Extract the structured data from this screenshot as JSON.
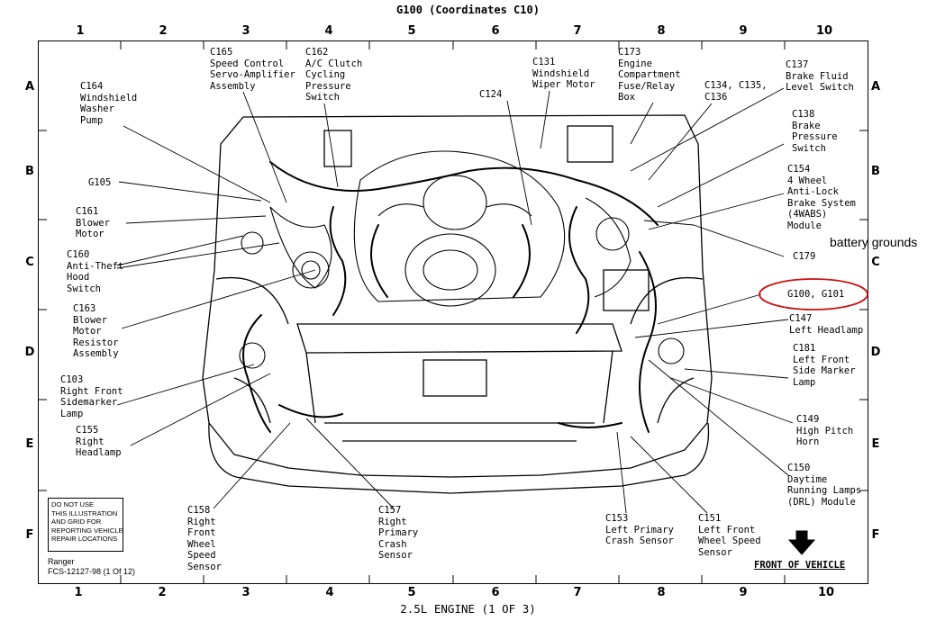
{
  "header": {
    "title": "G100  (Coordinates  C10)"
  },
  "footer": {
    "title": "2.5L ENGINE (1 OF 3)"
  },
  "grid": {
    "columns": [
      "1",
      "2",
      "3",
      "4",
      "5",
      "6",
      "7",
      "8",
      "9",
      "10"
    ],
    "rows": [
      "A",
      "B",
      "C",
      "D",
      "E",
      "F"
    ]
  },
  "labels": {
    "c165": "C165\nSpeed Control\nServo-Amplifier\nAssembly",
    "c162": "C162\nA/C Clutch\nCycling\nPressure\nSwitch",
    "c131": "C131\nWindshield\nWiper Motor",
    "c173": "C173\nEngine\nCompartment\nFuse/Relay\nBox",
    "c137": "C137\nBrake Fluid\nLevel Switch",
    "c164": "C164\nWindshield\nWasher\nPump",
    "c124": "C124",
    "c134": "C134, C135,\nC136",
    "c138": "C138\nBrake\nPressure\nSwitch",
    "g105": "G105",
    "c154": "C154\n4 Wheel\nAnti-Lock\nBrake System\n(4WABS)\nModule",
    "c161": "C161\nBlower\nMotor",
    "c179": "C179",
    "c160": "C160\nAnti-Theft\nHood\nSwitch",
    "g100": "G100, G101",
    "c163": "C163\nBlower\nMotor\nResistor\nAssembly",
    "c147": "C147\nLeft Headlamp",
    "c181": "C181\nLeft Front\nSide Marker\nLamp",
    "c103": "C103\nRight Front\nSidemarker\nLamp",
    "c155": "C155\nRight\nHeadlamp",
    "c149": "C149\nHigh Pitch\nHorn",
    "c150": "C150\nDaytime\nRunning Lamps\n(DRL) Module",
    "c158": "C158\nRight\nFront\nWheel\nSpeed\nSensor",
    "c157": "C157\nRight\nPrimary\nCrash\nSensor",
    "c153": "C153\nLeft Primary\nCrash Sensor",
    "c151": "C151\nLeft Front\nWheel Speed\nSensor"
  },
  "notice": "DO NOT USE\nTHIS ILLUSTRATION\nAND GRID FOR\nREPORTING VEHICLE\nREPAIR LOCATIONS",
  "reference": "Ranger\nFCS-12127-98 (1 Of 12)",
  "annotation": "battery grounds",
  "front_label": "FRONT OF VEHICLE",
  "highlight_color": "#cc1111"
}
